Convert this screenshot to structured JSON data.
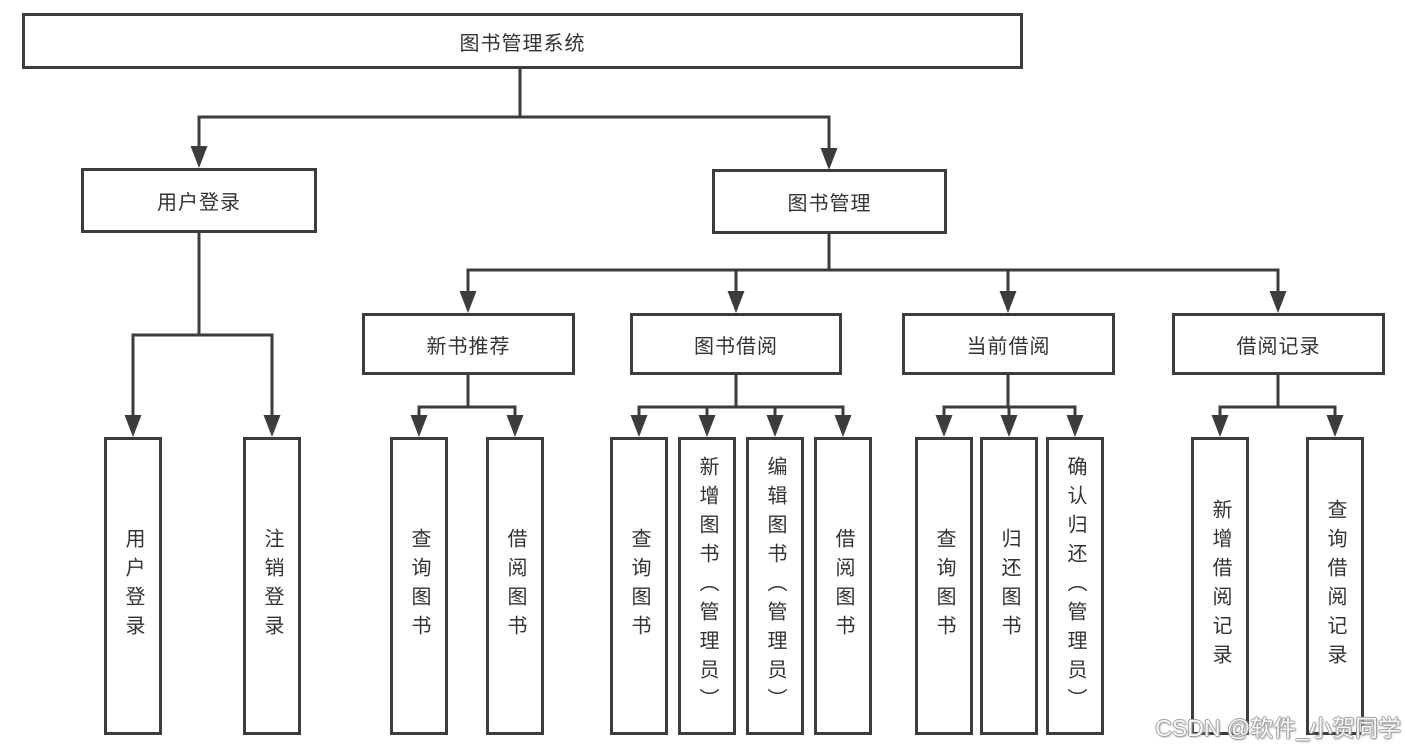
{
  "diagram": {
    "kind": "hierarchy-tree",
    "line_color": "#3c3c3c",
    "text_color": "#333333",
    "background_color": "#ffffff"
  },
  "tree": {
    "root": {
      "label": "图书管理系统",
      "children": [
        {
          "label": "用户登录",
          "children": [
            {
              "label": "用户登录"
            },
            {
              "label": "注销登录"
            }
          ]
        },
        {
          "label": "图书管理",
          "children": [
            {
              "label": "新书推荐",
              "children": [
                {
                  "label": "查询图书"
                },
                {
                  "label": "借阅图书"
                }
              ]
            },
            {
              "label": "图书借阅",
              "children": [
                {
                  "label": "查询图书"
                },
                {
                  "label": "新增图书（管理员）"
                },
                {
                  "label": "编辑图书（管理员）"
                },
                {
                  "label": "借阅图书"
                }
              ]
            },
            {
              "label": "当前借阅",
              "children": [
                {
                  "label": "查询图书"
                },
                {
                  "label": "归还图书"
                },
                {
                  "label": "确认归还（管理员）"
                }
              ]
            },
            {
              "label": "借阅记录",
              "children": [
                {
                  "label": "新增借阅记录"
                },
                {
                  "label": "查询借阅记录"
                }
              ]
            }
          ]
        }
      ]
    }
  },
  "watermark": {
    "text": "CSDN @软件_小贺同学"
  }
}
